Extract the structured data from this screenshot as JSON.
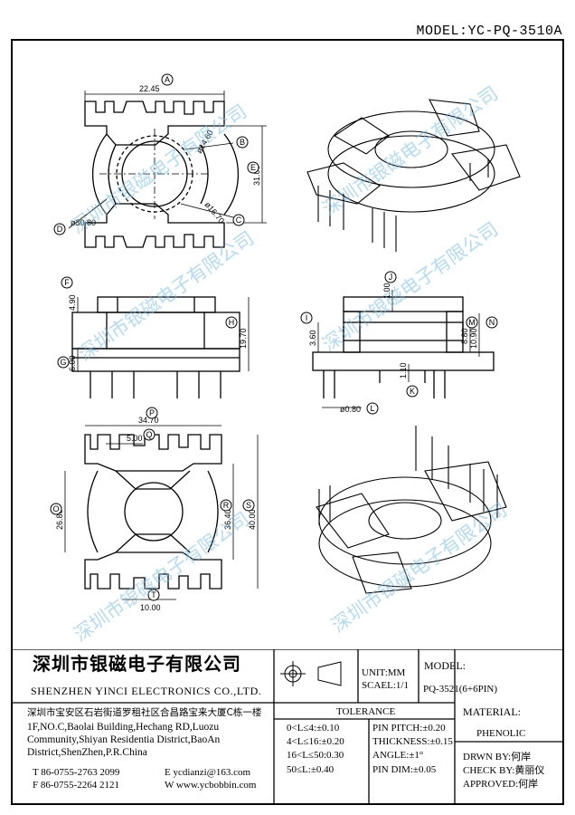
{
  "header": {
    "model_text": "MODEL:YC-PQ-3510A"
  },
  "watermark": {
    "text": "深圳市银磁电子有限公司"
  },
  "dimensions": {
    "top_view": {
      "a": "22.45",
      "b": "ø14.60",
      "c": "ø16.70",
      "d": "ø30.80",
      "e": "31.00"
    },
    "side_view": {
      "f": "4.90",
      "h": "19.70",
      "g": "6.00"
    },
    "section_view": {
      "j": "1.00",
      "i": "3.60",
      "m": "8.80",
      "n": "10.90",
      "k": "1.10",
      "l": "ø0.80"
    },
    "bottom_view": {
      "p": "34.70",
      "q": "5.00",
      "o": "26.80",
      "r": "36.40",
      "s": "40.00",
      "t": "10.00"
    }
  },
  "callouts": [
    "A",
    "B",
    "C",
    "D",
    "E",
    "F",
    "G",
    "H",
    "I",
    "J",
    "K",
    "L",
    "M",
    "N",
    "O",
    "P",
    "Q",
    "R",
    "S",
    "T"
  ],
  "title_block": {
    "company_cn": "深圳市银磁电子有限公司",
    "company_en": "SHENZHEN YINCI ELECTRONICS CO.,LTD.",
    "address_cn": "深圳市宝安区石岩街道罗租社区合昌路宝来大厦C栋一楼",
    "address_en": [
      "1F,NO.C,Baolai Building,Hechang RD,Luozu",
      "Community,Shiyan Residentia District,BaoAn",
      "District,ShenZhen,P.R.China"
    ],
    "tel": "T 86-0755-2763 2099",
    "fax": "F 86-0755-2264 2121",
    "email": "E ycdianzi@163.com",
    "web": "W www.ycbobbin.com",
    "unit": "UNIT:MM",
    "scale": "SCAEL:1/1",
    "model_label": "MODEL:",
    "model_value": "PQ-3521(6+6PIN)",
    "tolerance_label": "TOLERANCE",
    "tolerance_rows": [
      "0<L≤4:±0.10",
      "4<L≤16:±0.20",
      "16<L≤50:0.30",
      "50≤L:±0.40"
    ],
    "pin_rows": [
      "PIN PITCH:±0.20",
      "THICKNESS:±0.15",
      "ANGLE:±1°",
      "PIN DIM:±0.05"
    ],
    "material_label": "MATERIAL:",
    "material_value": "PHENOLIC",
    "drawn_by": "DRWN BY:何岸",
    "check_by": "CHECK BY:黄丽仪",
    "approved": "APPROVED:何岸"
  }
}
